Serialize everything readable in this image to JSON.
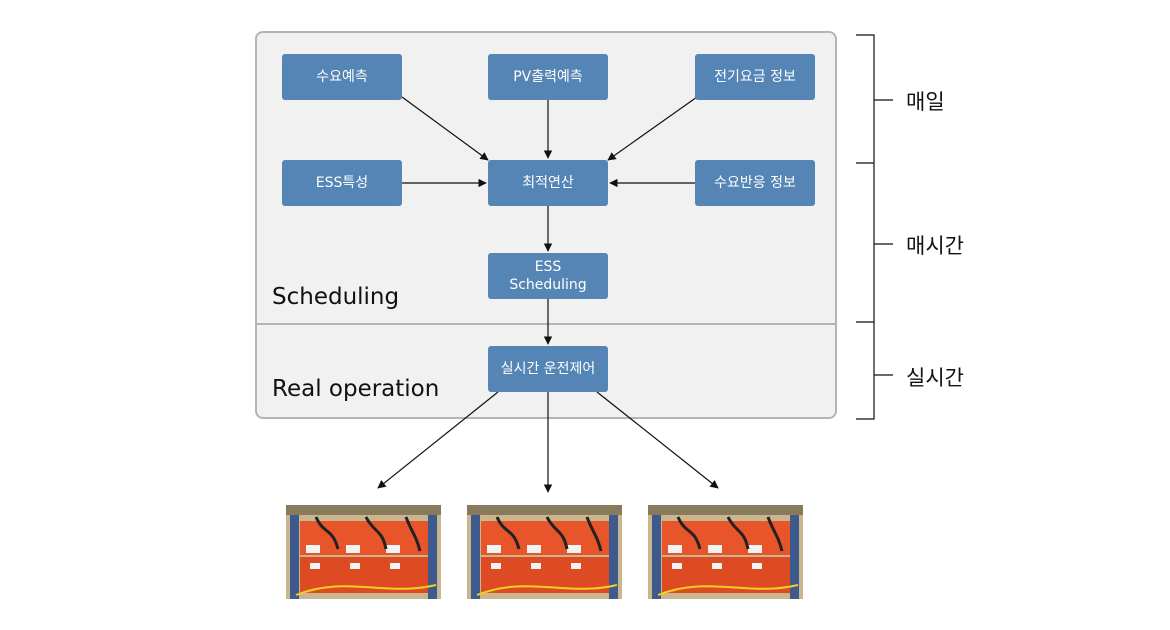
{
  "sections": {
    "scheduling": "Scheduling",
    "real_operation": "Real operation"
  },
  "boxes": {
    "demand_forecast": "수요예측",
    "pv_forecast": "PV출력예측",
    "electricity_rate": "전기요금 정보",
    "ess_characteristics": "ESS특성",
    "optimization": "최적연산",
    "demand_response": "수요반응 정보",
    "ess_scheduling_line1": "ESS",
    "ess_scheduling_line2": "Scheduling",
    "realtime_control": "실시간 운전제어"
  },
  "timescales": {
    "daily": "매일",
    "hourly": "매시간",
    "realtime": "실시간"
  },
  "photos": [
    {
      "subject": "ess-battery-rack"
    },
    {
      "subject": "ess-battery-rack"
    },
    {
      "subject": "ess-battery-rack"
    }
  ],
  "colors": {
    "box_fill": "#5585b5",
    "panel_fill": "#f1f1f1",
    "panel_border": "#b4b4b4",
    "battery_orange": "#e8552a"
  }
}
